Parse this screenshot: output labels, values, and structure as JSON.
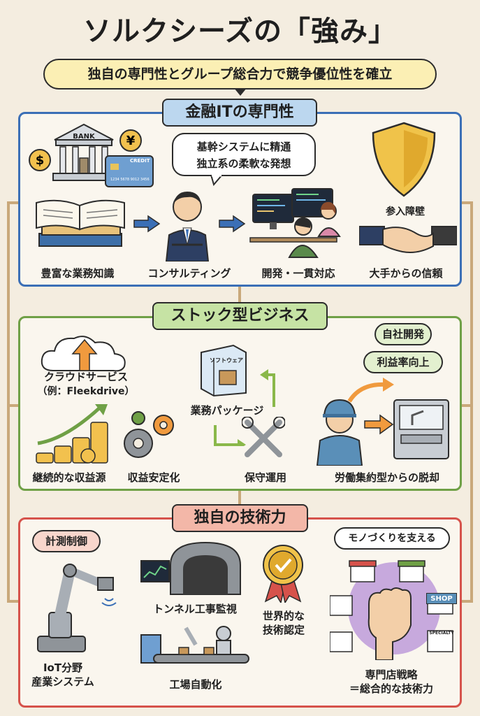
{
  "title": "ソルクシーズの「強み」",
  "subtitle": "独自の専門性とグループ総合力で競争優位性を確立",
  "sections": {
    "finance": {
      "title": "金融ITの専門性",
      "bank_sign": "BANK",
      "card_text": "CREDIT",
      "card_number": "1234 5678 9012 3456",
      "bubble_line1": "基幹システムに精通",
      "bubble_line2": "独立系の柔軟な発想",
      "items": [
        "豊富な業務知識",
        "コンサルティング",
        "開発・一貫対応",
        "大手からの信頼"
      ],
      "barrier": "参入障壁"
    },
    "stock": {
      "title": "ストック型ビジネス",
      "cloud_line1": "クラウドサービス",
      "cloud_line2": "（例：Fleekdrive）",
      "package_box": "ソフトウェア",
      "package": "業務パッケージ",
      "maintenance": "保守運用",
      "revenue": "継続的な収益源",
      "stability": "収益安定化",
      "inhouse": "自社開発",
      "margin": "利益率向上",
      "labor": "労働集約型からの脱却"
    },
    "tech": {
      "title": "独自の技術力",
      "measure": "計測制御",
      "iot_line1": "IoT分野",
      "iot_line2": "産業システム",
      "tunnel": "トンネル工事監視",
      "factory": "工場自動化",
      "cert_line1": "世界的な",
      "cert_line2": "技術認定",
      "monozukuri": "モノづくりを支える",
      "shop_sign": "SHOP",
      "specialty_sign": "SPECIALTY",
      "strategy_line1": "専門店戦略",
      "strategy_line2": "＝総合的な技術力"
    }
  },
  "colors": {
    "finance": "#3b6fb6",
    "stock": "#6fa046",
    "tech": "#d6524b",
    "subtitle_bg": "#fbefb4"
  }
}
